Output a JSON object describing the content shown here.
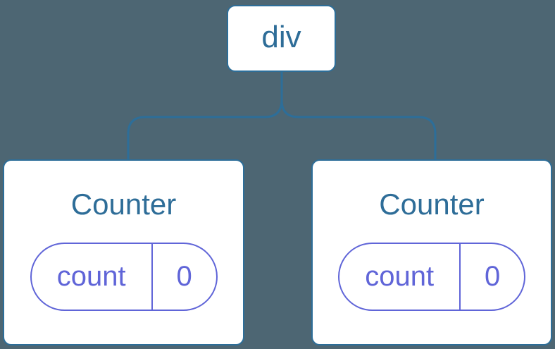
{
  "tree": {
    "root_label": "div",
    "children": [
      {
        "title": "Counter",
        "state_key": "count",
        "state_value": "0"
      },
      {
        "title": "Counter",
        "state_key": "count",
        "state_value": "0"
      }
    ]
  },
  "colors": {
    "background": "#4D6673",
    "connector_blue": "#2D6E99",
    "node_text_blue": "#2E6D98",
    "card_background": "#FFFFFF",
    "state_purple": "#6065D8"
  }
}
